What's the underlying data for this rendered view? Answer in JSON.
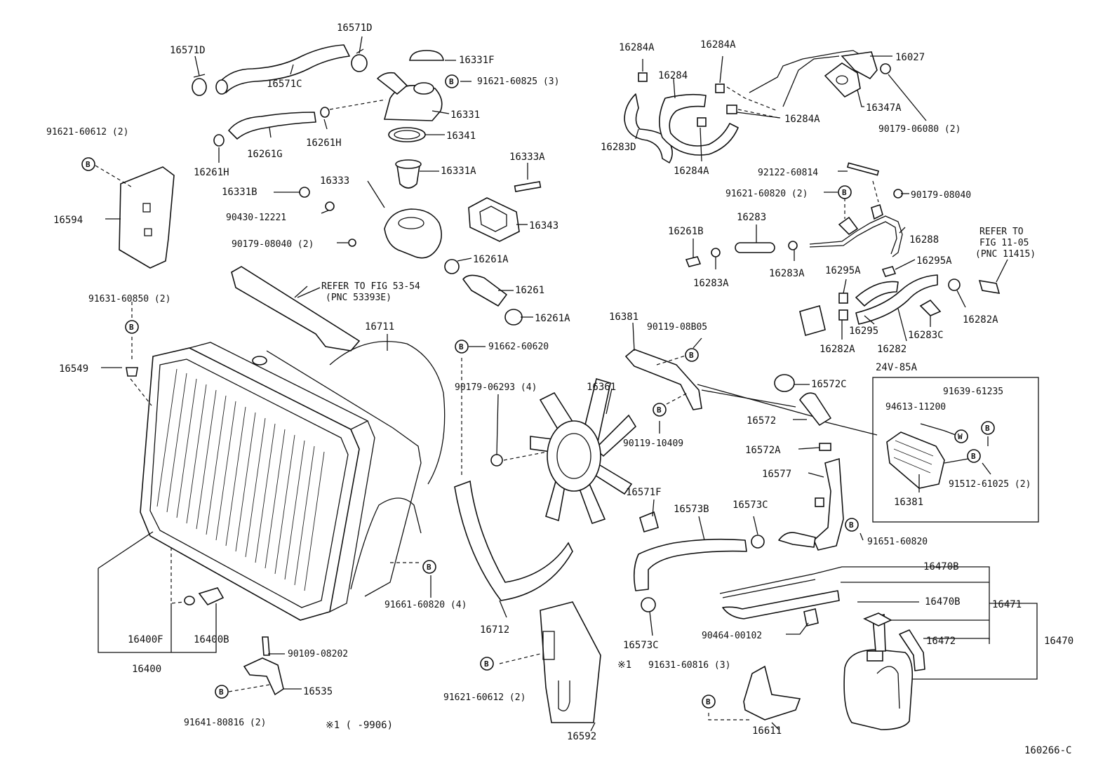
{
  "labels": {
    "p16571D_a": "16571D",
    "p16571D_b": "16571D",
    "p16571C": "16571C",
    "p16331F": "16331F",
    "p91621_60825": "91621-60825 (3)",
    "p16331": "16331",
    "p16341": "16341",
    "p16261G": "16261G",
    "p16261H_a": "16261H",
    "p16261H_b": "16261H",
    "p91621_60612a": "91621-60612 (2)",
    "p16594": "16594",
    "p16331A": "16331A",
    "p16333A": "16333A",
    "p16331B": "16331B",
    "p16333": "16333",
    "p90430_12221": "90430-12221",
    "p16343": "16343",
    "p90179_08040a": "90179-08040 (2)",
    "p16261A_a": "16261A",
    "p16261": "16261",
    "p16261A_b": "16261A",
    "refer53_1": "REFER TO FIG 53-54",
    "refer53_2": "(PNC 53393E)",
    "p91631_60850": "91631-60850 (2)",
    "p16711": "16711",
    "p16549": "16549",
    "p91662_60620": "91662-60620",
    "p90179_06293": "90179-06293 (4)",
    "p16361": "16361",
    "p91661_60820": "91661-60820 (4)",
    "p16712": "16712",
    "p16400F": "16400F",
    "p16400B": "16400B",
    "p16400": "16400",
    "p90109_08202": "90109-08202",
    "p16535": "16535",
    "p91641_80816": "91641-80816 (2)",
    "note1": "※1 (      -9906)",
    "p91621_60612b": "91621-60612 (2)",
    "p16592": "16592",
    "p16284A_a": "16284A",
    "p16284A_b": "16284A",
    "p16284A_c": "16284A",
    "p16284A_d": "16284A",
    "p16284": "16284",
    "p16283D": "16283D",
    "p16027": "16027",
    "p16347A": "16347A",
    "p90179_06080": "90179-06080 (2)",
    "p92122_60814": "92122-60814",
    "p91621_60820": "91621-60820 (2)",
    "p90179_08040b": "90179-08040",
    "p16261B": "16261B",
    "p16283": "16283",
    "p16288": "16288",
    "p16283A_a": "16283A",
    "p16283A_b": "16283A",
    "p16295A_a": "16295A",
    "p16295A_b": "16295A",
    "refer11_1": "REFER TO",
    "refer11_2": "FIG 11-05",
    "refer11_3": "(PNC 11415)",
    "p16295": "16295",
    "p16282A_a": "16282A",
    "p16282A_b": "16282A",
    "p16282": "16282",
    "p16283C": "16283C",
    "p16381_a": "16381",
    "p90119_08B05": "90119-08B05",
    "p24V85A": "24V-85A",
    "p16572C": "16572C",
    "p16572": "16572",
    "p91639_61235": "91639-61235",
    "p94613_11200": "94613-11200",
    "p90119_10409": "90119-10409",
    "p16572A": "16572A",
    "p16577": "16577",
    "p91512_61025": "91512-61025 (2)",
    "p16381_b": "16381",
    "p16571F": "16571F",
    "p16573B": "16573B",
    "p16573C_a": "16573C",
    "p16573C_b": "16573C",
    "p91651_60820": "91651-60820",
    "p16470B_a": "16470B",
    "p16470B_b": "16470B",
    "p16471": "16471",
    "p16470": "16470",
    "p90464_00102": "90464-00102",
    "p16472": "16472",
    "note2": "※1",
    "p91631_60816": "91631-60816 (3)",
    "p16611": "16611",
    "figno": "160266-C"
  },
  "markers": {
    "b": "B",
    "w": "W"
  }
}
